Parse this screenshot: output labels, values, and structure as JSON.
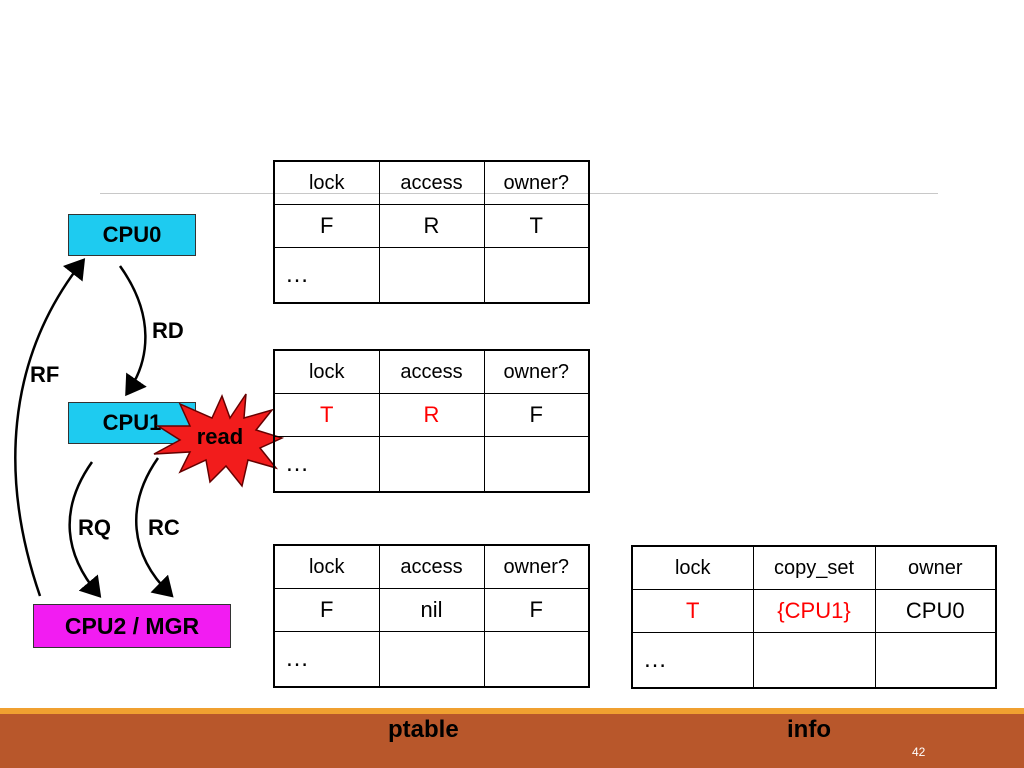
{
  "nodes": {
    "cpu0": "CPU0",
    "cpu1": "CPU1",
    "mgr": "CPU2 / MGR"
  },
  "arrows": {
    "rd": "RD",
    "rf": "RF",
    "rq": "RQ",
    "rc": "RC"
  },
  "event": {
    "label": "read",
    "color": "#f21c1c"
  },
  "tables": {
    "t1": {
      "headers": [
        "lock",
        "access",
        "owner?"
      ],
      "row": [
        "F",
        "R",
        "T"
      ],
      "more": "…"
    },
    "t2": {
      "headers": [
        "lock",
        "access",
        "owner?"
      ],
      "row": [
        "T",
        "R",
        "F"
      ],
      "more": "…"
    },
    "t3": {
      "headers": [
        "lock",
        "access",
        "owner?"
      ],
      "row": [
        "F",
        "nil",
        "F"
      ],
      "more": "…"
    },
    "t4": {
      "headers": [
        "lock",
        "copy_set",
        "owner"
      ],
      "row": [
        "T",
        "{CPU1}",
        "CPU0"
      ],
      "more": "…"
    }
  },
  "footer": {
    "ptable": "ptable",
    "info": "info",
    "page": "42"
  },
  "colors": {
    "cpu_box": "#1ecbf0",
    "mgr_box": "#f21cf2",
    "highlight_text": "#ff0000",
    "footer_bar": "#b8572b",
    "footer_accent": "#f0a030"
  }
}
